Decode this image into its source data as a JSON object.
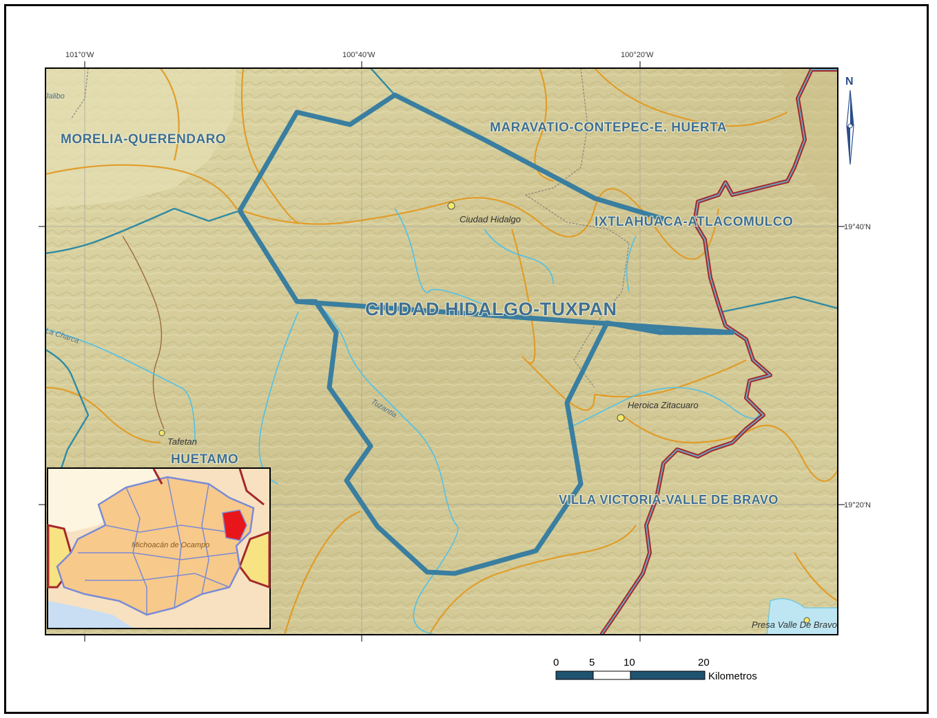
{
  "coordinates": {
    "top": [
      "101°0'W",
      "100°40'W",
      "100°20'W"
    ],
    "right": [
      "19°40'N",
      "19°20'N"
    ]
  },
  "regions": {
    "morelia": "MORELIA-QUERENDARO",
    "maravatio": "MARAVATIO-CONTEPEC-E. HUERTA",
    "ixtlahuaca": "IXTLAHUACA-ATLACOMULCO",
    "ciudad_hidalgo_tuxpan": "CIUDAD HIDALGO-TUXPAN",
    "huetamo": "HUETAMO",
    "villa_victoria": "VILLA VICTORIA-VALLE DE BRAVO"
  },
  "places": {
    "ciudad_hidalgo": "Ciudad Hidalgo",
    "heroica_zitacuaro": "Heroica Zitacuaro",
    "tafetan": "Tafetan",
    "presa_valle_de_bravo": "Presa Valle De Bravo"
  },
  "rivers": {
    "jalibo": "Jalibo",
    "la_charca": "La Charca",
    "tuzantla": "Tuzantla"
  },
  "inset": {
    "label": "Michoacán de Ocampo"
  },
  "north_arrow": {
    "label": "N"
  },
  "scale_bar": {
    "ticks": [
      "0",
      "5",
      "10",
      "20"
    ],
    "unit": "Kilometros"
  },
  "colors": {
    "terrain": "#d9d2a0",
    "watershed_boundary": "#3a7ea0",
    "state_boundary": "#a3282b",
    "roads": "#e59a1d",
    "rivers": "#4fc1e9",
    "inset_state": "#f7c98b",
    "inset_highlight": "#e8161a"
  }
}
